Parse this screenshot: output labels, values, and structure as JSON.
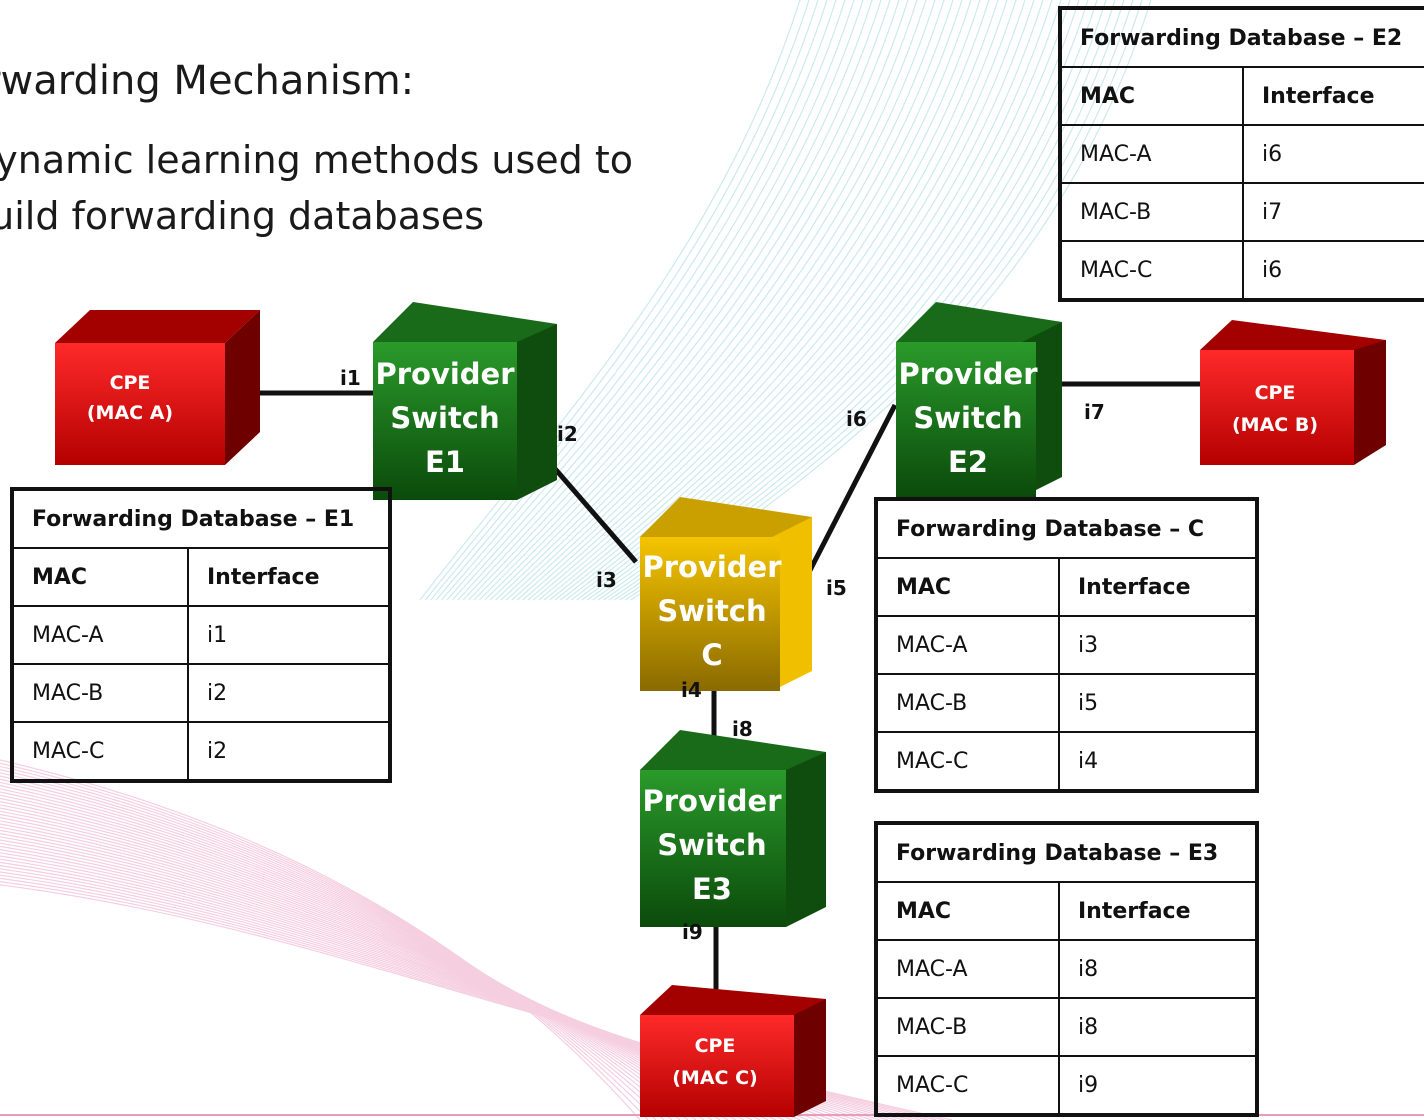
{
  "heading": {
    "line1": "Forwarding Mechanism:",
    "line2": "Dynamic learning methods used to",
    "line3": "build forwarding databases"
  },
  "nodes": {
    "cpe_a": {
      "line1": "CPE",
      "line2": "(MAC A)"
    },
    "cpe_b": {
      "line1": "CPE",
      "line2": "(MAC B)"
    },
    "cpe_c": {
      "line1": "CPE",
      "line2": "(MAC C)"
    },
    "e1": {
      "line1": "Provider",
      "line2": "Switch",
      "line3": "E1"
    },
    "e2": {
      "line1": "Provider",
      "line2": "Switch",
      "line3": "E2"
    },
    "c": {
      "line1": "Provider",
      "line2": "Switch",
      "line3": "C"
    },
    "e3": {
      "line1": "Provider",
      "line2": "Switch",
      "line3": "E3"
    }
  },
  "interfaces": {
    "i1": "i1",
    "i2": "i2",
    "i3": "i3",
    "i4": "i4",
    "i5": "i5",
    "i6": "i6",
    "i7": "i7",
    "i8": "i8",
    "i9": "i9"
  },
  "tables": {
    "e1": {
      "title": "Forwarding Database – E1",
      "col_mac": "MAC",
      "col_if": "Interface",
      "rows": [
        [
          "MAC-A",
          "i1"
        ],
        [
          "MAC-B",
          "i2"
        ],
        [
          "MAC-C",
          "i2"
        ]
      ]
    },
    "e2": {
      "title": "Forwarding Database – E2",
      "col_mac": "MAC",
      "col_if": "Interface",
      "rows": [
        [
          "MAC-A",
          "i6"
        ],
        [
          "MAC-B",
          "i7"
        ],
        [
          "MAC-C",
          "i6"
        ]
      ]
    },
    "c": {
      "title": "Forwarding Database – C",
      "col_mac": "MAC",
      "col_if": "Interface",
      "rows": [
        [
          "MAC-A",
          "i3"
        ],
        [
          "MAC-B",
          "i5"
        ],
        [
          "MAC-C",
          "i4"
        ]
      ]
    },
    "e3": {
      "title": "Forwarding Database – E3",
      "col_mac": "MAC",
      "col_if": "Interface",
      "rows": [
        [
          "MAC-A",
          "i8"
        ],
        [
          "MAC-B",
          "i8"
        ],
        [
          "MAC-C",
          "i9"
        ]
      ]
    }
  },
  "colors": {
    "switch_green": "#1f7a1f",
    "switch_core": "#d9b000",
    "cpe_red": "#cc1111",
    "link": "#111111"
  }
}
